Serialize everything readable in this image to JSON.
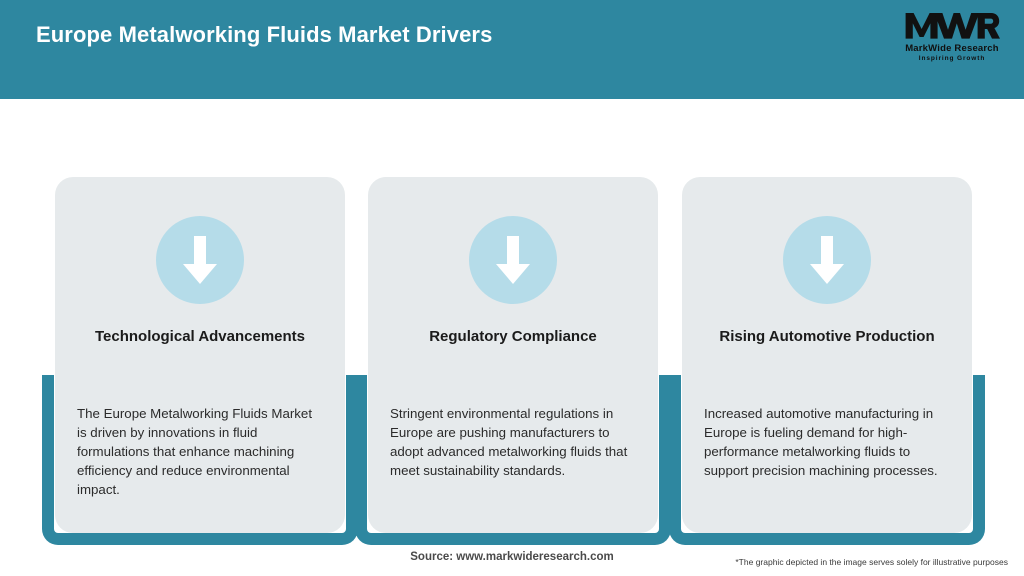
{
  "header": {
    "title": "Europe Metalworking Fluids Market Drivers",
    "background_color": "#2e87a0",
    "title_color": "#ffffff"
  },
  "logo": {
    "mark": "MWR",
    "name": "MarkWide Research",
    "tagline": "Inspiring Growth"
  },
  "theme": {
    "accent_teal": "#2e87a0",
    "icon_circle": "#b5dce9",
    "card_background": "#e6eaec",
    "page_background": "#ffffff"
  },
  "cards": [
    {
      "icon": "arrow-down-icon",
      "title": "Technological Advancements",
      "body": "The Europe Metalworking Fluids Market is driven by innovations in fluid formulations that enhance machining efficiency and reduce environmental impact."
    },
    {
      "icon": "arrow-down-icon",
      "title": "Regulatory Compliance",
      "body": "Stringent environmental regulations in Europe are pushing manufacturers to adopt advanced metalworking fluids that meet sustainability standards."
    },
    {
      "icon": "arrow-down-icon",
      "title": "Rising Automotive Production",
      "body": "Increased automotive manufacturing in Europe is fueling demand for high-performance metalworking fluids to support precision machining processes."
    }
  ],
  "footer": {
    "source": "Source: www.markwideresearch.com",
    "disclaimer": "*The graphic depicted in the image serves solely for illustrative purposes"
  }
}
